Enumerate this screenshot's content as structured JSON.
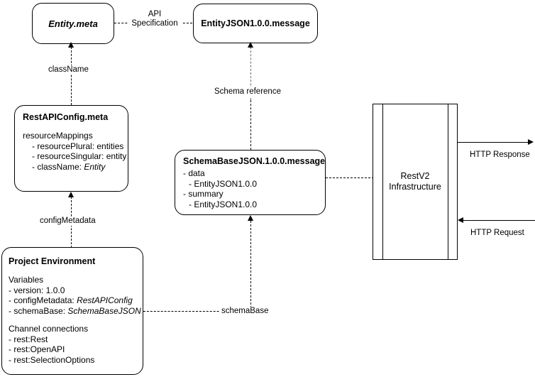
{
  "diagram": {
    "nodes": {
      "entity_meta": {
        "title": "Entity.meta"
      },
      "entity_json_message": {
        "title": "EntityJSON1.0.0.message"
      },
      "rest_api_config": {
        "title": "RestAPIConfig.meta",
        "section": "resourceMappings",
        "items": [
          "- resourcePlural: entities",
          "- resourceSingular: entity",
          "- className: Entity"
        ],
        "item_italic_suffix": "Entity"
      },
      "schema_base": {
        "title": "SchemaBaseJSON.1.0.0.message",
        "lines": [
          "- data",
          "- EntityJSON1.0.0",
          "- summary",
          "- EntityJSON1.0.0"
        ]
      },
      "project_environment": {
        "title": "Project Environment",
        "variables_heading": "Variables",
        "variables": [
          "- version: 1.0.0",
          "- configMetadata: RestAPIConfig",
          "- schemaBase: SchemaBaseJSON"
        ],
        "channels_heading": "Channel connections",
        "channels": [
          "- rest:Rest",
          "- rest:OpenAPI",
          "- rest:SelectionOptions"
        ]
      },
      "infrastructure": {
        "line1": "RestV2",
        "line2": "Infrastructure"
      }
    },
    "edges": {
      "api_specification": "API\nSpecification",
      "api_specification_line1": "API",
      "api_specification_line2": "Specification",
      "class_name": "className",
      "schema_reference": "Schema reference",
      "config_metadata": "configMetadata",
      "schema_base": "schemaBase",
      "http_response": "HTTP Response",
      "http_request": "HTTP Request"
    },
    "colors": {
      "stroke": "#000000",
      "background": "#ffffff",
      "gray_dash": "#6b6b6b"
    }
  }
}
